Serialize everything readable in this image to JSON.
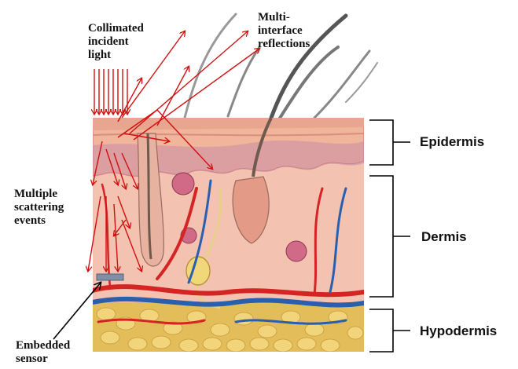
{
  "annotations": {
    "incident": "Collimated\nincident\nlight",
    "reflections": "Multi-\ninterface\nreflections",
    "scattering": "Multiple\nscattering\nevents",
    "sensor": "Embedded\nsensor"
  },
  "layers": [
    {
      "label": "Epidermis"
    },
    {
      "label": "Dermis"
    },
    {
      "label": "Hypodermis"
    }
  ],
  "colors": {
    "ray": "#d01010",
    "epidermis": "#f1b59b",
    "dermis": "#f3c2b0",
    "hypodermis": "#e8c96a",
    "artery": "#d42424",
    "vein": "#2a5fb0",
    "hair": "#555555",
    "sensor": "#7f8fa8"
  }
}
